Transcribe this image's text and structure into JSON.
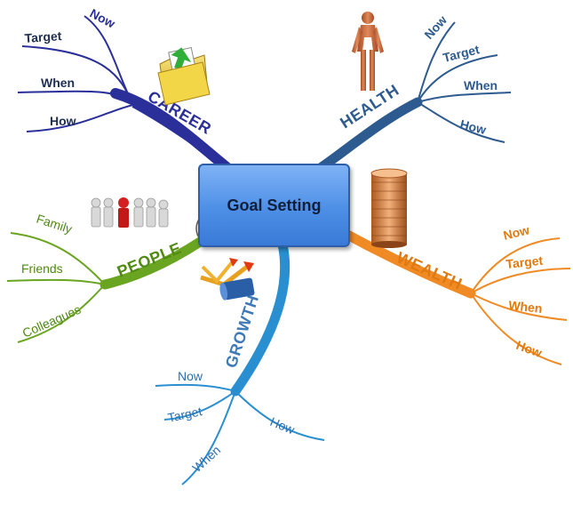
{
  "center": {
    "title": "Goal Setting"
  },
  "branches": {
    "career": {
      "label": "CAREER",
      "color": "#2a2f9a",
      "leaves": [
        "Now",
        "Target",
        "When",
        "How"
      ]
    },
    "health": {
      "label": "HEALTH",
      "color": "#2e5b8f",
      "leaves": [
        "Now",
        "Target",
        "When",
        "How"
      ]
    },
    "wealth": {
      "label": "WEALTH",
      "color": "#f08a24",
      "leaves": [
        "Now",
        "Target",
        "When",
        "How"
      ]
    },
    "people": {
      "label": "PEOPLE",
      "color": "#6aa521",
      "leaves": [
        "Family",
        "Friends",
        "Colleagues"
      ]
    },
    "growth": {
      "label": "GROWTH",
      "color": "#2a8fd0",
      "leaves": [
        "Now",
        "Target",
        "When",
        "How"
      ]
    }
  },
  "icons": [
    "folder-icon",
    "human-figure-icon",
    "coin-stack-icon",
    "people-group-icon",
    "target-icon",
    "growth-arrows-icon"
  ]
}
